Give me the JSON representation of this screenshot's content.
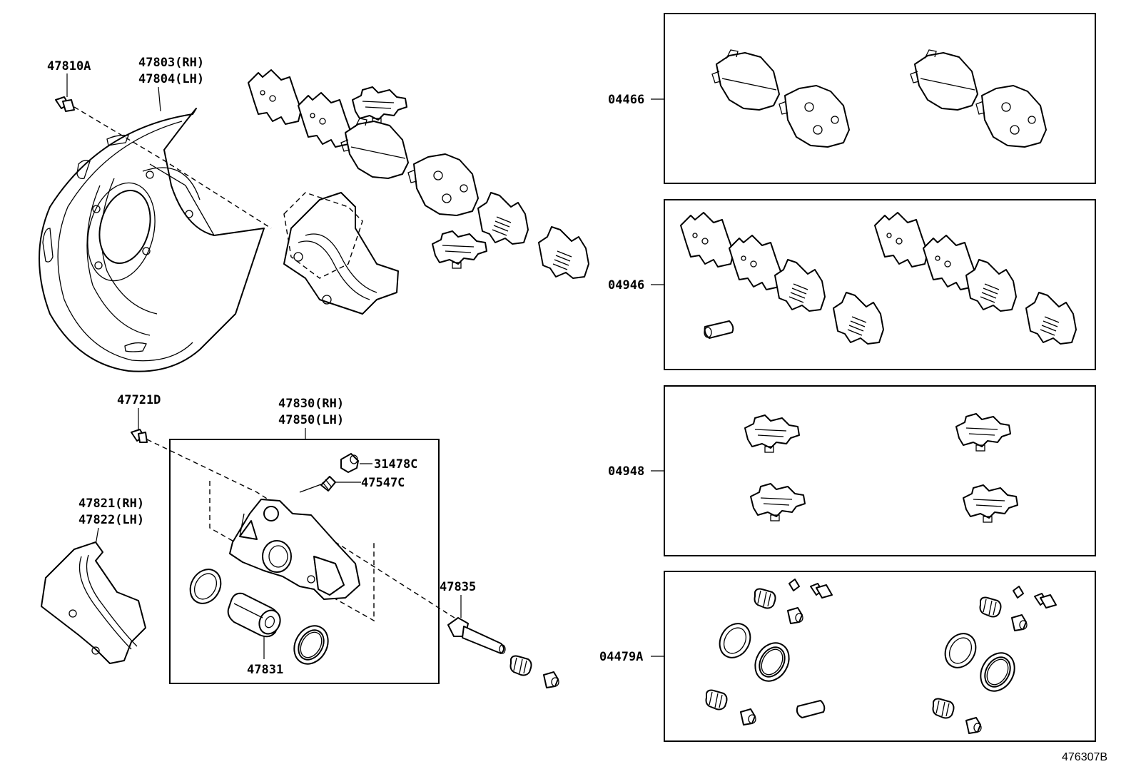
{
  "diagram_id": "476307B",
  "labels": {
    "l47810A": "47810A",
    "l47803": "47803(RH)",
    "l47804": "47804(LH)",
    "l47721D": "47721D",
    "l47830": "47830(RH)",
    "l47850": "47850(LH)",
    "l31478C": "31478C",
    "l47547C": "47547C",
    "l47821": "47821(RH)",
    "l47822": "47822(LH)",
    "l47831": "47831",
    "l47835": "47835",
    "k04466": "04466",
    "k04946": "04946",
    "k04948": "04948",
    "k04479A": "04479A"
  }
}
